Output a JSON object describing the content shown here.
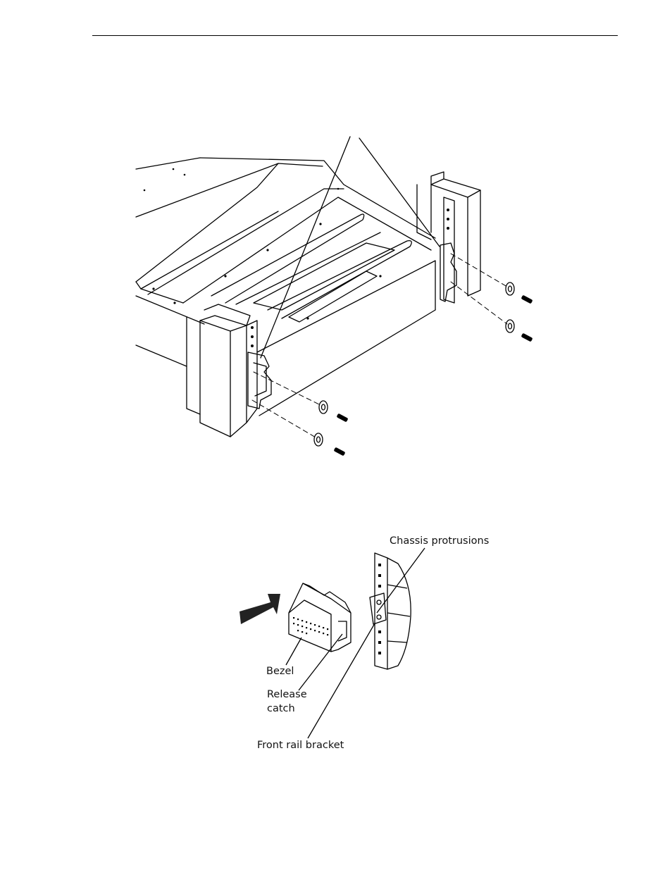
{
  "labels": {
    "chassis_protrusions": "Chassis protrusions",
    "bezel": "Bezel",
    "release_catch_line1": "Release",
    "release_catch_line2": "catch",
    "front_rail_bracket": "Front rail bracket"
  }
}
